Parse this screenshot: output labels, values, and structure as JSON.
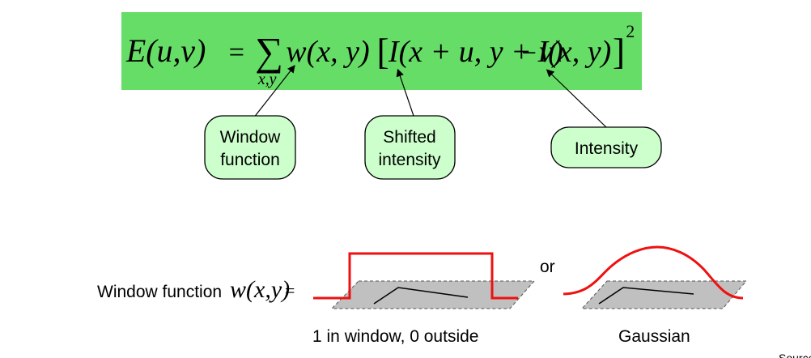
{
  "equation": {
    "lhs": "E(u,v)",
    "equals": "=",
    "sum_symbol": "∑",
    "sum_subscript": "x,y",
    "term_window": "w(x, y)",
    "open_bracket": "[",
    "term_shifted": "I(x + u, y + v)",
    "minus": "−",
    "term_intensity": "I(x, y)",
    "close_bracket": "]",
    "exponent": "2",
    "highlight_color": "#66dd66"
  },
  "callouts": [
    {
      "lines": [
        "Window",
        "function"
      ]
    },
    {
      "lines": [
        "Shifted",
        "intensity"
      ]
    },
    {
      "lines": [
        "Intensity"
      ]
    }
  ],
  "callout_fill": "#ccffcc",
  "window_row": {
    "label_text": "Window function ",
    "label_math": "w(x,y)",
    "label_equals": "=",
    "or_text": "or",
    "box_caption": "1 in window, 0 outside",
    "gaussian_caption": "Gaussian",
    "curve_color": "#ee1111",
    "plane_color": "#c0c0c0"
  },
  "corner_text": "Source"
}
